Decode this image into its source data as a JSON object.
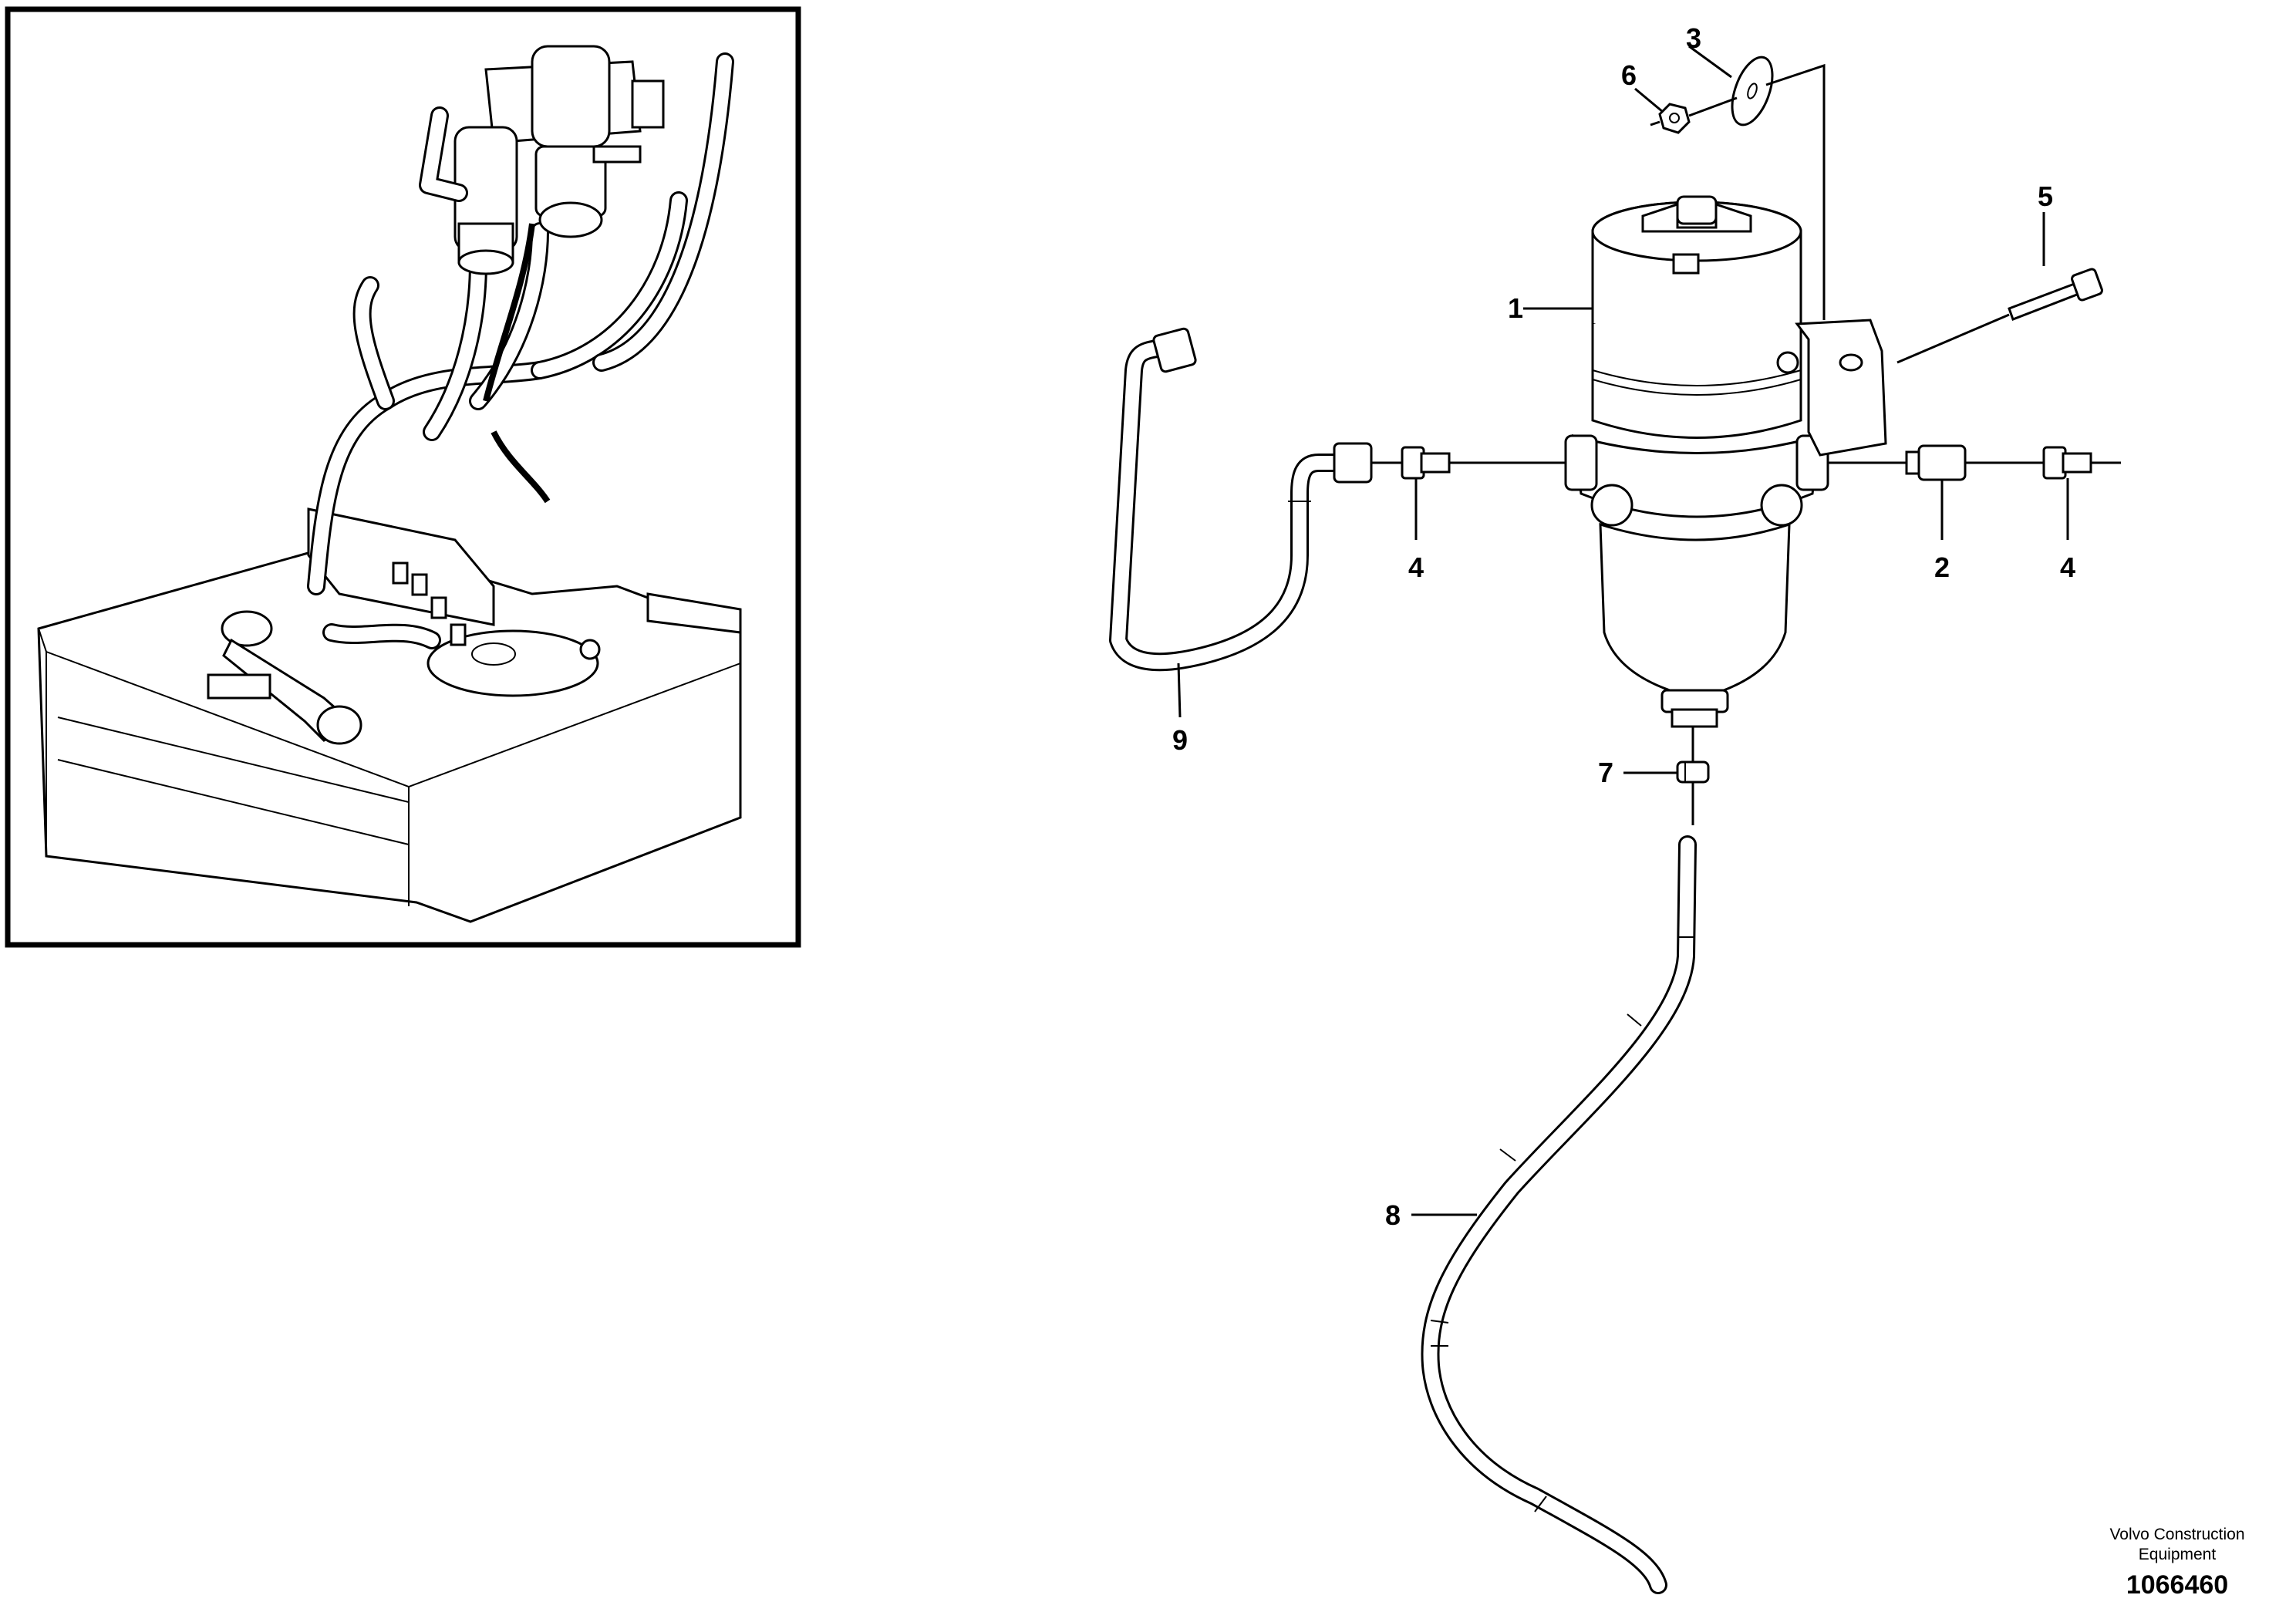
{
  "callouts": [
    {
      "id": "c1",
      "text": "1"
    },
    {
      "id": "c2",
      "text": "2"
    },
    {
      "id": "c3",
      "text": "3"
    },
    {
      "id": "c4a",
      "text": "4"
    },
    {
      "id": "c4b",
      "text": "4"
    },
    {
      "id": "c5",
      "text": "5"
    },
    {
      "id": "c6",
      "text": "6"
    },
    {
      "id": "c7",
      "text": "7"
    },
    {
      "id": "c8",
      "text": "8"
    },
    {
      "id": "c9",
      "text": "9"
    }
  ],
  "footer": {
    "maker_line1": "Volvo Construction",
    "maker_line2": "Equipment",
    "drawing_number": "1066460"
  }
}
